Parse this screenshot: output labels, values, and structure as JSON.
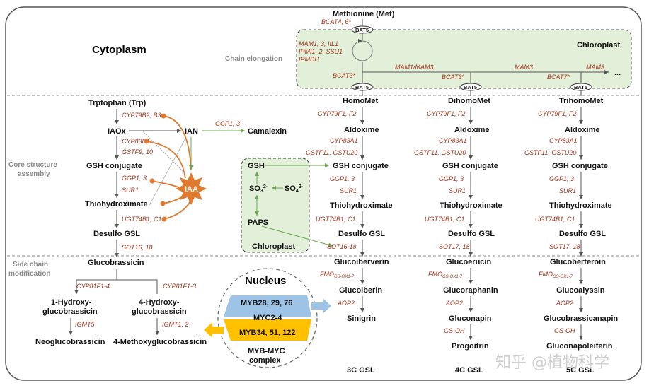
{
  "sections": {
    "cytoplasm": "Cytoplasm",
    "chloroplast_top": "Chloroplast",
    "chloroplast_mid": "Chloroplast",
    "chain_elongation": "Chain elongation",
    "core_line1": "Core structure",
    "core_line2": "assembly",
    "side_line1": "Side chain",
    "side_line2": "modification",
    "nucleus": "Nucleus",
    "mybmyc_line1": "MYB-MYC",
    "mybmyc_line2": "complex"
  },
  "bat": "BAT5",
  "met": {
    "methionine": "Methionine (Met)",
    "trp": "Trptophan (Trp)",
    "iaox": "IAOx",
    "ian": "IAN",
    "camalexin": "Camalexin",
    "iaa": "IAA",
    "gsh_conj": "GSH conjugate",
    "thio": "Thiohydroximate",
    "desulfo": "Desulfo GSL",
    "glucobrassicin": "Glucobrassicin",
    "hydroxy1_l1": "1-Hydroxy-",
    "hydroxy1_l2": "glucobrassicin",
    "hydroxy4_l1": "4-Hydroxy-",
    "hydroxy4_l2": "glucobrassicin",
    "neoglu": "Neoglucobrassicin",
    "methoxy": "4-Methoxyglucobrassicin",
    "gsh": "GSH",
    "so3": "SO",
    "so3_sub": "3",
    "so3_sup": "2-",
    "so4": "SO",
    "so4_sub": "4",
    "so4_sup": "2-",
    "paps": "PAPS",
    "homomet": "HomoMet",
    "dihomomet": "DihomoMet",
    "trihomomet": "TrihomoMet",
    "aldoxime": "Aldoxime",
    "glucoiberverin": "Glucoiberverin",
    "glucoiberin": "Glucoiberin",
    "sinigrin": "Sinigrin",
    "glucoerucin": "Glucoerucin",
    "glucoraphanin": "Glucoraphanin",
    "gluconapin": "Gluconapin",
    "progoitrin": "Progoitrin",
    "glucoberteroin": "Glucoberteroin",
    "glucoalyssin": "Glucoalyssin",
    "glucobrassicanapin": "Glucobrassicanapin",
    "gluconapoleiferin": "Gluconapoleiferin",
    "gsl3c": "3C GSL",
    "gsl4c": "4C GSL",
    "gsl5c": "5C GSL",
    "ellipsis": "..."
  },
  "enz": {
    "bcat46": "BCAT4, 6*",
    "mam1": "MAM1, 3, IIL1",
    "ipmi": "IPMI1, 2, SSU1",
    "ipmdh": "IPMDH",
    "bcat3": "BCAT3*",
    "mam13": "MAM1/MAM3",
    "mam3a": "MAM3",
    "mam3b": "MAM3",
    "bcat7": "BCAT7*",
    "cyp79b2": "CYP79B2, B3",
    "cyp83b1": "CYP83B1",
    "gstf910": "GSTF9, 10",
    "ggp13": "GGP1, 3",
    "sur1": "SUR1",
    "ugt": "UGT74B1, C1",
    "sot1618": "SOT16, 18",
    "sot16_18": "SOT16-18",
    "sot1718": "SOT17, 18",
    "cyp79f": "CYP79F1, F2",
    "cyp83a1": "CYP83A1",
    "gstf11": "GSTF11, GSTU20",
    "cyp81f14": "CYP81F1-4",
    "cyp81f13": "CYP81F1-3",
    "igmt5": "IGMT5",
    "igmt12": "IGMT1, 2",
    "fmo": "FMO",
    "fmo_sub": "GS-OX1-7",
    "aop2": "AOP2",
    "gsoh": "GS-OH"
  },
  "nucleus_bands": {
    "myb28": "MYB28, 29, 76",
    "myc": "MYC2-4",
    "myb34": "MYB34, 51, 122"
  },
  "colors": {
    "chloroplast_fill": "#e2efd9",
    "enzyme_text": "#a0341c",
    "auxin_orange": "#e07a2e",
    "band_blue": "#9dc3e6",
    "band_yellow": "#ffc000"
  },
  "watermark": "知乎 @植物科学"
}
